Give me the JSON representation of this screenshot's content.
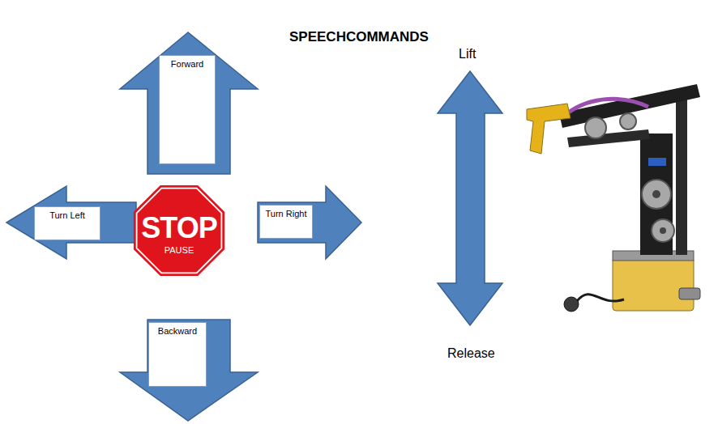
{
  "diagram": {
    "title": "SPEECHCOMMANDS",
    "nodes": [
      {
        "text": [
          "Forward"
        ]
      },
      {
        "text": [
          "Turn Left"
        ]
      },
      {
        "text": [
          "STOP",
          "PAUSE"
        ]
      },
      {
        "text": [
          "Turn Right"
        ]
      },
      {
        "text": [
          "Backward"
        ]
      }
    ],
    "labels": [
      "Lift",
      "Release"
    ]
  }
}
